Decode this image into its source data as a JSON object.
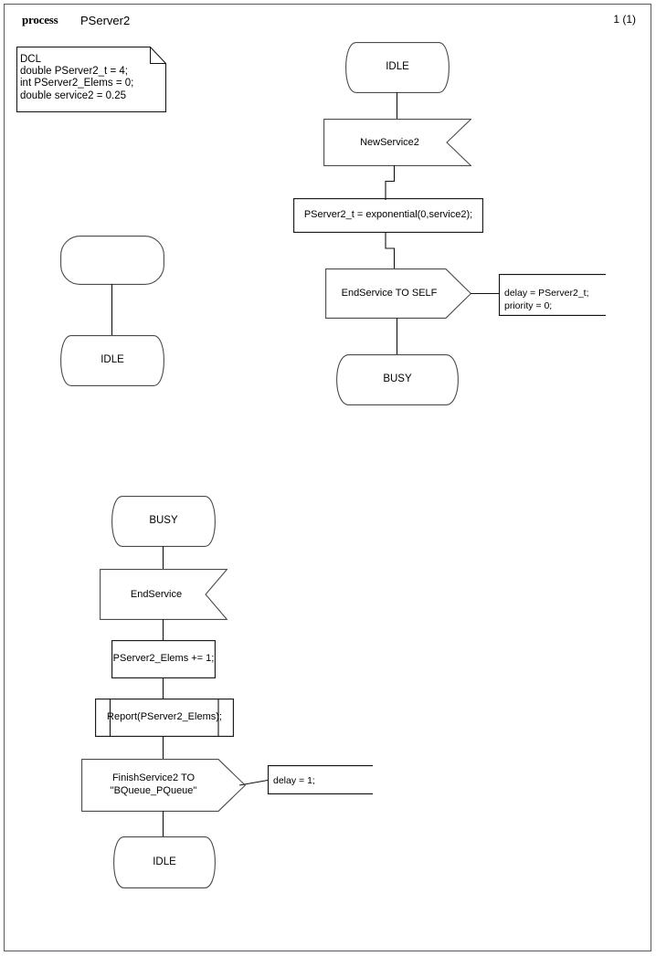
{
  "header": {
    "keyword": "process",
    "name": "PServer2",
    "page_number": "1 (1)"
  },
  "declaration_note": {
    "name": "dcl-note",
    "lines": [
      "DCL",
      "double PServer2_t = 4;",
      "int PServer2_Elems = 0;",
      "double service2 = 0.25"
    ],
    "text": "DCL\ndouble PServer2_t = 4;\nint PServer2_Elems = 0;\ndouble service2 = 0.25"
  },
  "flows": {
    "start_flow": {
      "start_symbol_label": "",
      "next_state_label": "IDLE"
    },
    "idle_flow": {
      "state_label": "IDLE",
      "input_label": "NewService2",
      "task_label": "PServer2_t = exponential(0,service2);",
      "task_label_part1": "PServer2_t ",
      "task_label_part2": "= exponential(0,",
      "task_label_part3": "service2);",
      "output_label": "EndService TO SELF",
      "output_comment": "delay = PServer2_t;\npriority = 0;",
      "output_comment_line1": "delay = PServer2_t;",
      "output_comment_line2": "priority = 0;",
      "next_state_label": "BUSY"
    },
    "busy_flow": {
      "state_label": "BUSY",
      "input_label": "EndService",
      "task_label": "PServer2_Elems += 1;",
      "procedure_label": "Report(PServer2_Elems);",
      "output_label_line1": "FinishService2 TO",
      "output_label_line2": "\"BQueue_PQueue\"",
      "output_comment": "delay = 1;",
      "next_state_label": "IDLE"
    }
  },
  "colors": {
    "page_border": "#555a60",
    "shape_stroke": "#4a4a4f",
    "text": "#000000",
    "background": "#ffffff"
  }
}
